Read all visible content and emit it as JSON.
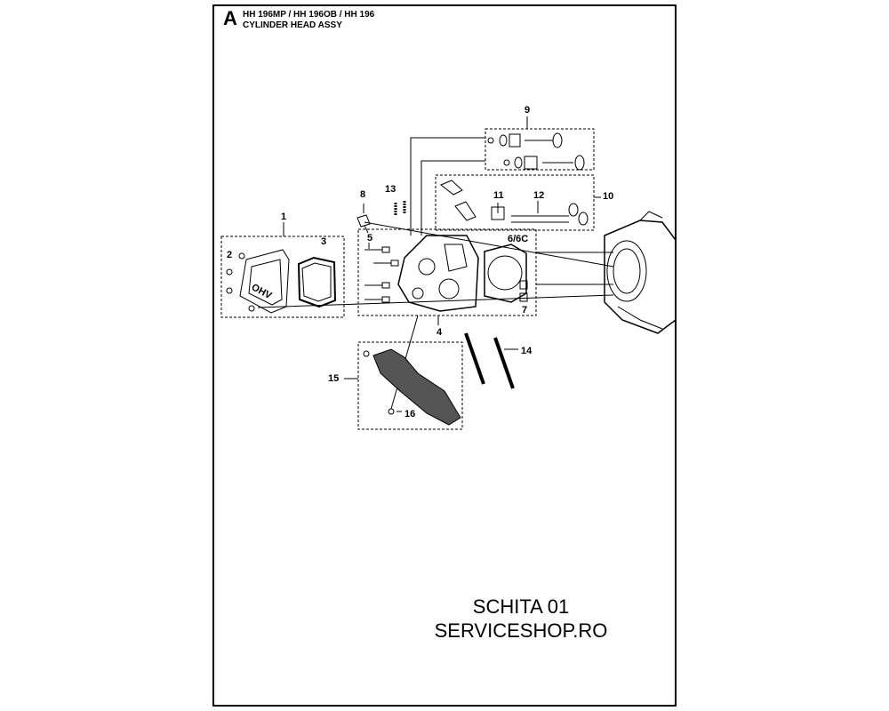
{
  "header": {
    "section_letter": "A",
    "models": "HH 196MP / HH 196OB / HH 196",
    "assembly_title": "CYLINDER HEAD ASSY"
  },
  "callouts": [
    "1",
    "2",
    "3",
    "4",
    "5",
    "6/6C",
    "7",
    "8",
    "9",
    "10",
    "11",
    "12",
    "13",
    "14",
    "15",
    "16"
  ],
  "part_marking": "OHV",
  "footer": {
    "line1": "SCHITA 01",
    "line2": "SERVICESHOP.RO"
  }
}
